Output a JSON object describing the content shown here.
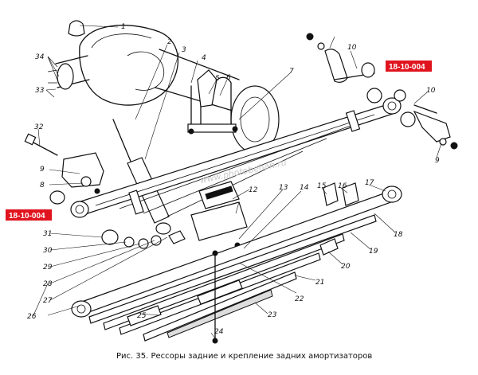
{
  "caption": "Рис. 35. Рессоры задние и крепление задних амортизаторов",
  "watermark": "www.photobehan.ru",
  "badges": [
    "18-10-004",
    "18-10-004"
  ],
  "colors": {
    "badge": "#e0141e",
    "lines": "#111111",
    "background": "#ffffff"
  },
  "callouts": [
    "1",
    "2",
    "3",
    "4",
    "5",
    "6",
    "7",
    "8",
    "9",
    "9",
    "10",
    "10",
    "12",
    "13",
    "14",
    "15",
    "16",
    "17",
    "18",
    "19",
    "20",
    "21",
    "22",
    "23",
    "24",
    "25",
    "26",
    "27",
    "28",
    "29",
    "30",
    "31",
    "32",
    "33",
    "34"
  ]
}
